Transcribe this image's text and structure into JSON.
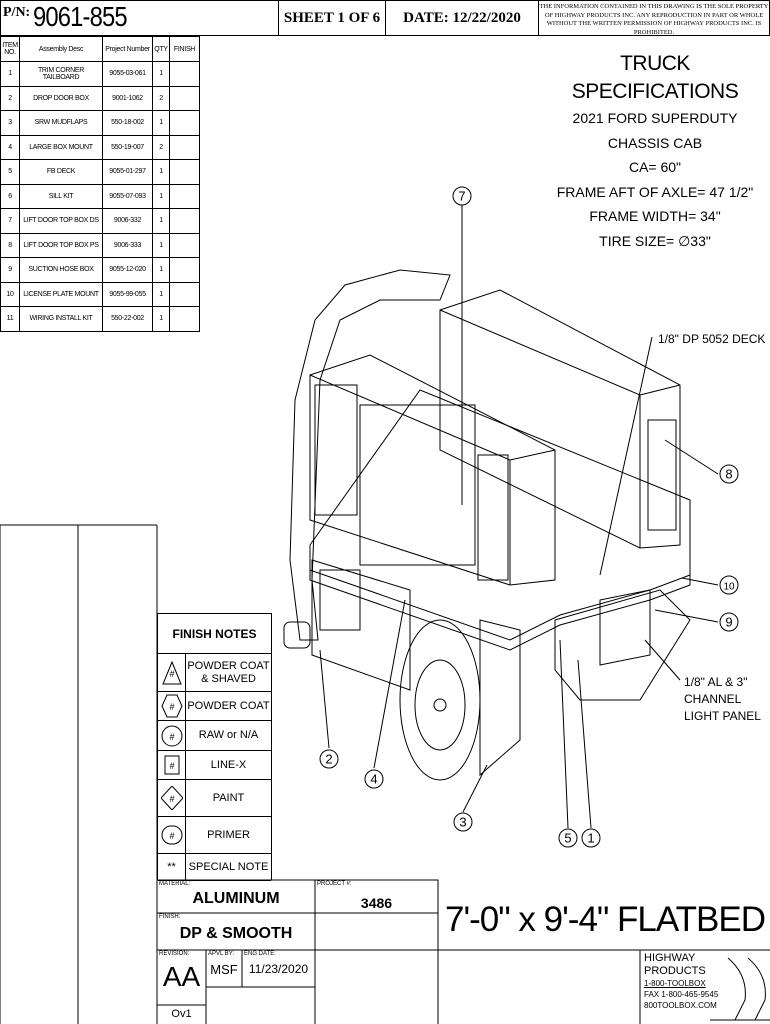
{
  "header": {
    "pn_label": "P/N:",
    "pn": "9061-855",
    "sheet": "SHEET 1 OF 6",
    "date": "DATE: 12/22/2020",
    "notice": "THE INFORMATION CONTAINED IN THIS DRAWING IS THE SOLE PROPERTY OF HIGHWAY PRODUCTS INC. ANY REPRODUCTION IN PART OR WHOLE WITHOUT THE WRITTEN PERMISSION OF HIGHWAY PRODUCTS INC. IS PROHIBITED."
  },
  "bom": {
    "headers": [
      "ITEM NO.",
      "Assembly Desc",
      "Project Number",
      "QTY",
      "FINISH"
    ],
    "rows": [
      [
        "1",
        "TRIM CORNER TAILBOARD",
        "9055-03-061",
        "1",
        ""
      ],
      [
        "2",
        "DROP DOOR BOX",
        "9001-1062",
        "2",
        ""
      ],
      [
        "3",
        "SRW MUDFLAPS",
        "550-18-002",
        "1",
        ""
      ],
      [
        "4",
        "LARGE BOX MOUNT",
        "550-19-007",
        "2",
        ""
      ],
      [
        "5",
        "FB DECK",
        "9055-01-297",
        "1",
        ""
      ],
      [
        "6",
        "SILL KIT",
        "9055-07-093",
        "1",
        ""
      ],
      [
        "7",
        "LIFT DOOR TOP BOX DS",
        "9006-332",
        "1",
        ""
      ],
      [
        "8",
        "LIFT DOOR TOP BOX PS",
        "9006-333",
        "1",
        ""
      ],
      [
        "9",
        "SUCTION HOSE BOX",
        "9055-12-020",
        "1",
        ""
      ],
      [
        "10",
        "LICENSE PLATE MOUNT",
        "9055-99-055",
        "1",
        ""
      ],
      [
        "11",
        "WIRING INSTALL KIT",
        "550-22-002",
        "1",
        ""
      ]
    ]
  },
  "specs": {
    "title": "TRUCK SPECIFICATIONS",
    "lines": [
      "2021 FORD SUPERDUTY",
      "CHASSIS CAB",
      "CA=  60\"",
      "FRAME AFT OF AXLE= 47 1/2\"",
      "FRAME WIDTH= 34\"",
      "TIRE SIZE= ∅33\""
    ]
  },
  "callouts": {
    "deck": "1/8\" DP 5052 DECK",
    "light_panel": [
      "1/8\" AL & 3\"",
      "CHANNEL",
      "LIGHT PANEL"
    ],
    "balloons": [
      "7",
      "8",
      "10",
      "9",
      "2",
      "4",
      "3",
      "5",
      "1"
    ]
  },
  "finish_notes": {
    "title": "FINISH NOTES",
    "symbol": "#",
    "items": [
      {
        "shape": "triangle",
        "label": "POWDER COAT & SHAVED"
      },
      {
        "shape": "hexagon",
        "label": "POWDER COAT"
      },
      {
        "shape": "circle",
        "label": "RAW or N/A"
      },
      {
        "shape": "square",
        "label": "LINE-X"
      },
      {
        "shape": "diamond",
        "label": "PAINT"
      },
      {
        "shape": "oval",
        "label": "PRIMER"
      },
      {
        "shape": "**",
        "label": "SPECIAL NOTE"
      }
    ]
  },
  "title_block": {
    "material_label": "MATERIAL:",
    "material": "ALUMINUM",
    "finish_label": "FINISH:",
    "finish": "DP & SMOOTH",
    "project_label": "PROJECT #:",
    "project": "3486",
    "revision_label": "REVISION:",
    "revision": "AA",
    "apvl_label": "APVL BY:",
    "apvl": "MSF",
    "eng_label": "ENG DATE:",
    "eng_date": "11/23/2020",
    "version": "Ov1",
    "drawing_title": "7'-0\" x 9'-4\"  FLATBED"
  },
  "company": {
    "name1": "HIGHWAY",
    "name2": "PRODUCTS",
    "phone": "1-800-TOOLBOX",
    "fax": "FAX 1-800-465-9545",
    "web": "800TOOLBOX.COM"
  }
}
